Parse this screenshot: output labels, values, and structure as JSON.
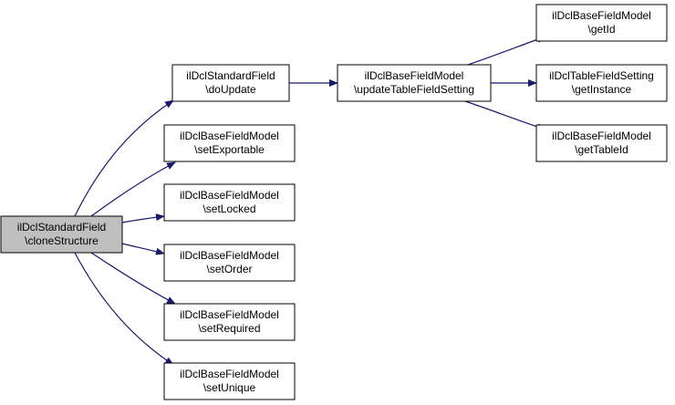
{
  "colors": {
    "edge": "#191970",
    "node_fill": "#ffffff",
    "root_fill": "#bfbfbf",
    "border": "#000000"
  },
  "nodes": {
    "clone_structure": {
      "line1": "ilDclStandardField",
      "line2": "\\cloneStructure"
    },
    "do_update": {
      "line1": "ilDclStandardField",
      "line2": "\\doUpdate"
    },
    "set_exportable": {
      "line1": "ilDclBaseFieldModel",
      "line2": "\\setExportable"
    },
    "set_locked": {
      "line1": "ilDclBaseFieldModel",
      "line2": "\\setLocked"
    },
    "set_order": {
      "line1": "ilDclBaseFieldModel",
      "line2": "\\setOrder"
    },
    "set_required": {
      "line1": "ilDclBaseFieldModel",
      "line2": "\\setRequired"
    },
    "set_unique": {
      "line1": "ilDclBaseFieldModel",
      "line2": "\\setUnique"
    },
    "update_table_field_setting": {
      "line1": "ilDclBaseFieldModel",
      "line2": "\\updateTableFieldSetting"
    },
    "get_id": {
      "line1": "ilDclBaseFieldModel",
      "line2": "\\getId"
    },
    "get_instance": {
      "line1": "ilDclTableFieldSetting",
      "line2": "\\getInstance"
    },
    "get_table_id": {
      "line1": "ilDclBaseFieldModel",
      "line2": "\\getTableId"
    }
  },
  "edges": [
    {
      "from": "clone_structure",
      "to": "do_update"
    },
    {
      "from": "clone_structure",
      "to": "set_exportable"
    },
    {
      "from": "clone_structure",
      "to": "set_locked"
    },
    {
      "from": "clone_structure",
      "to": "set_order"
    },
    {
      "from": "clone_structure",
      "to": "set_required"
    },
    {
      "from": "clone_structure",
      "to": "set_unique"
    },
    {
      "from": "do_update",
      "to": "update_table_field_setting"
    },
    {
      "from": "update_table_field_setting",
      "to": "get_id"
    },
    {
      "from": "update_table_field_setting",
      "to": "get_instance"
    },
    {
      "from": "update_table_field_setting",
      "to": "get_table_id"
    }
  ]
}
